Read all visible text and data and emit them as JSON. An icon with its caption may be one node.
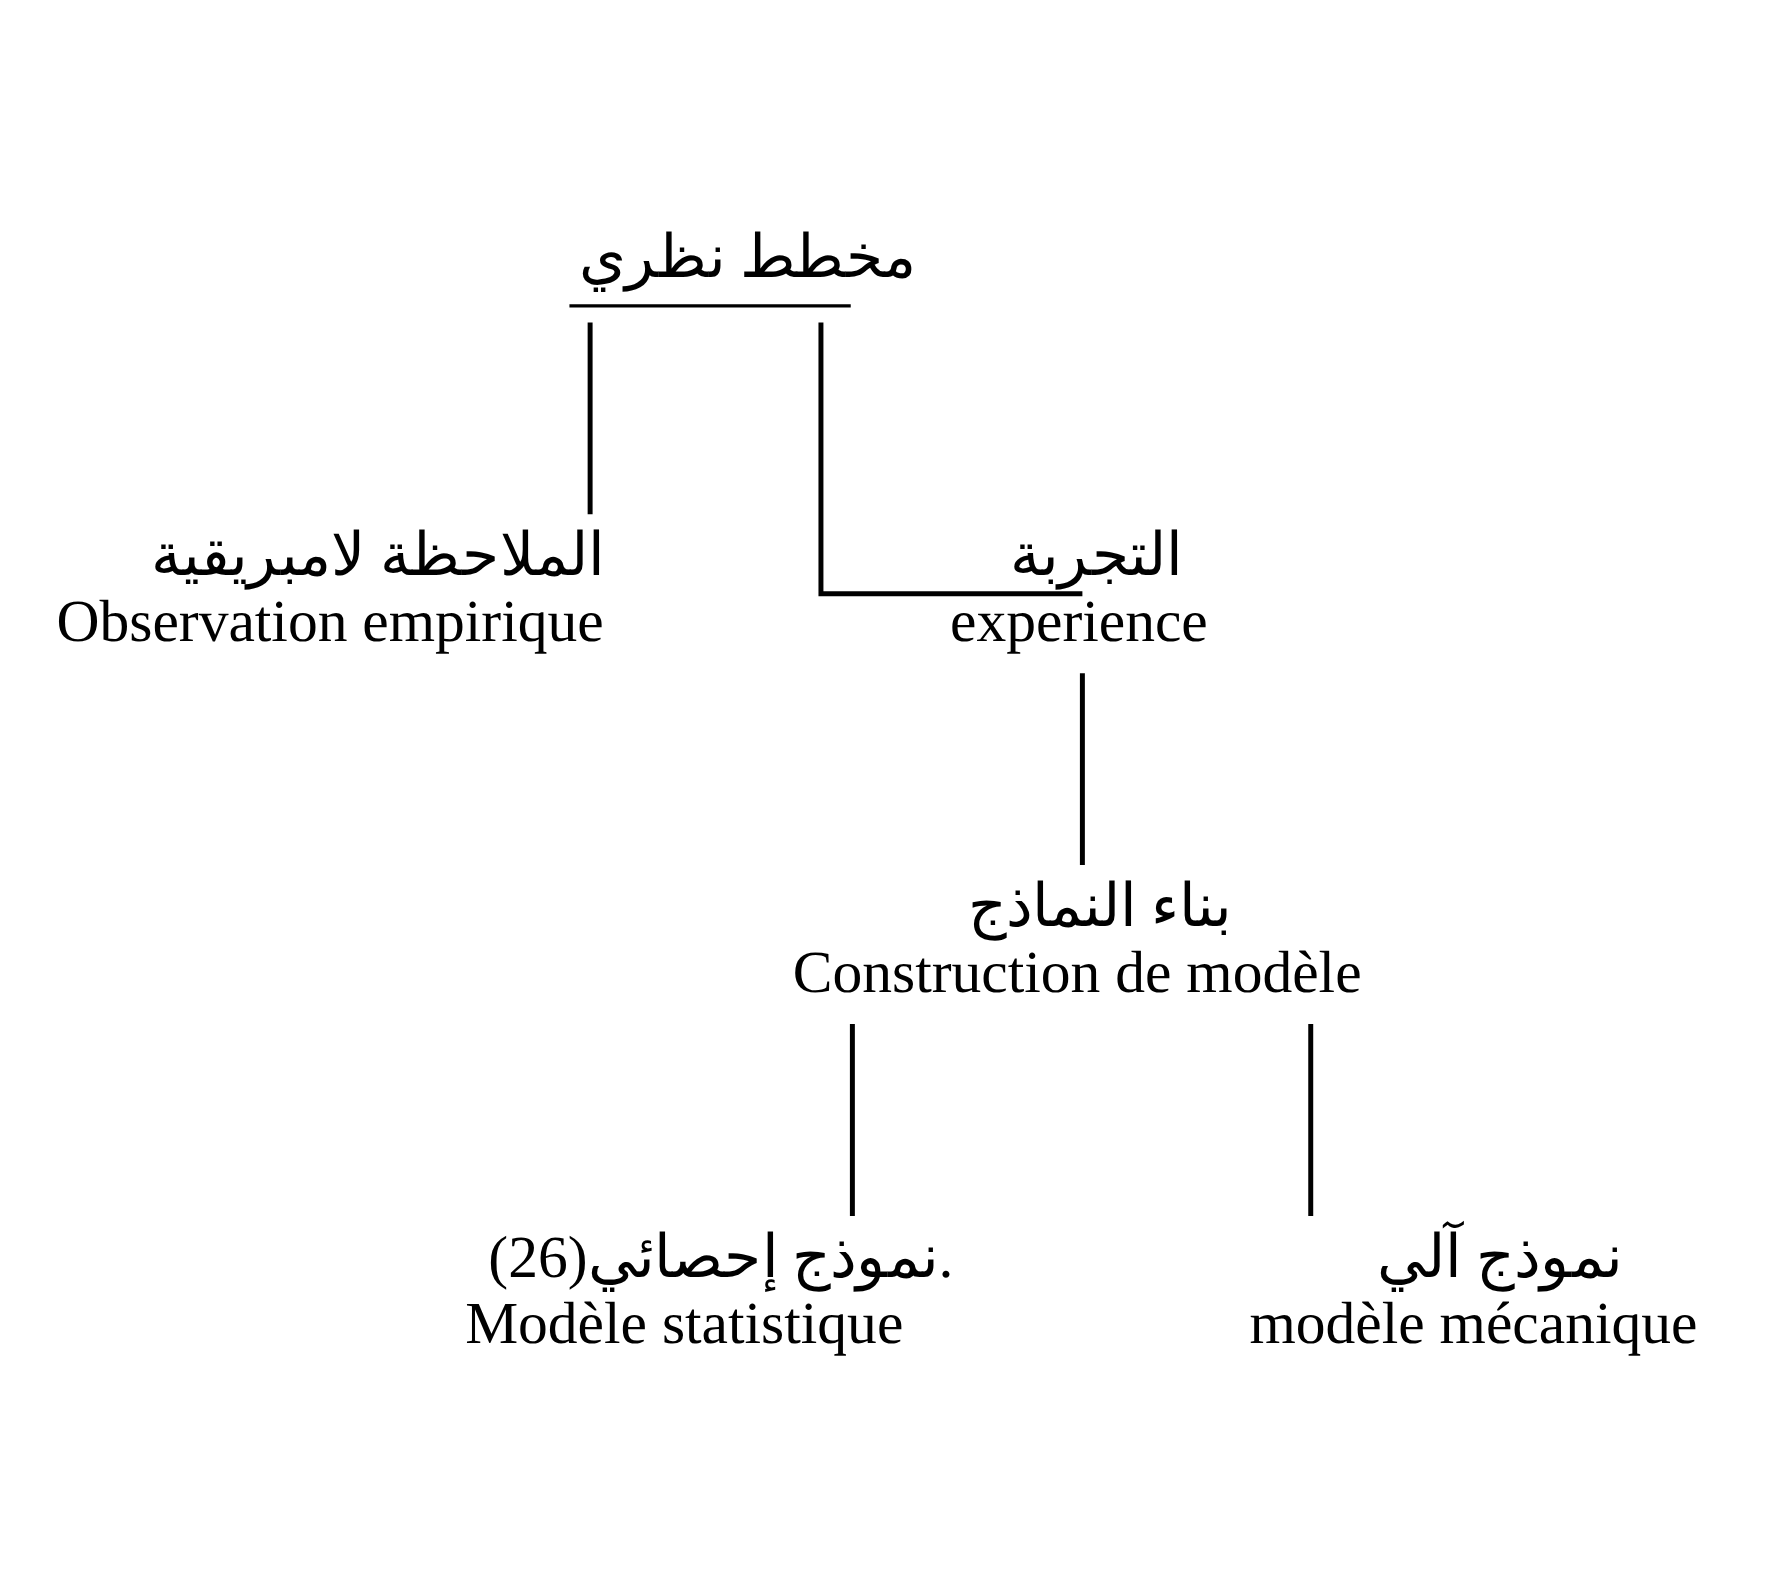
{
  "diagram": {
    "nodes": [
      {
        "text": [
          "مخطط نظري"
        ]
      },
      {
        "text": [
          "الملاحظة لامبريقية",
          "Observation empirique"
        ]
      },
      {
        "text": [
          "التجربة",
          "experience"
        ]
      },
      {
        "text": [
          "بناء النماذج",
          "Construction de modèle"
        ]
      },
      {
        "text": [
          "نموذج إحصائي(26).",
          "Modèle statistique"
        ]
      },
      {
        "text": [
          "نموذج آلي",
          "modèle mécanique"
        ]
      }
    ],
    "edges": [
      {
        "from": 0,
        "to": 1,
        "arrow": "none"
      },
      {
        "from": 0,
        "to": 2,
        "arrow": "none"
      },
      {
        "from": 2,
        "to": 3,
        "arrow": "none"
      },
      {
        "from": 3,
        "to": 4,
        "arrow": "none"
      },
      {
        "from": 3,
        "to": 5,
        "arrow": "none"
      }
    ]
  }
}
